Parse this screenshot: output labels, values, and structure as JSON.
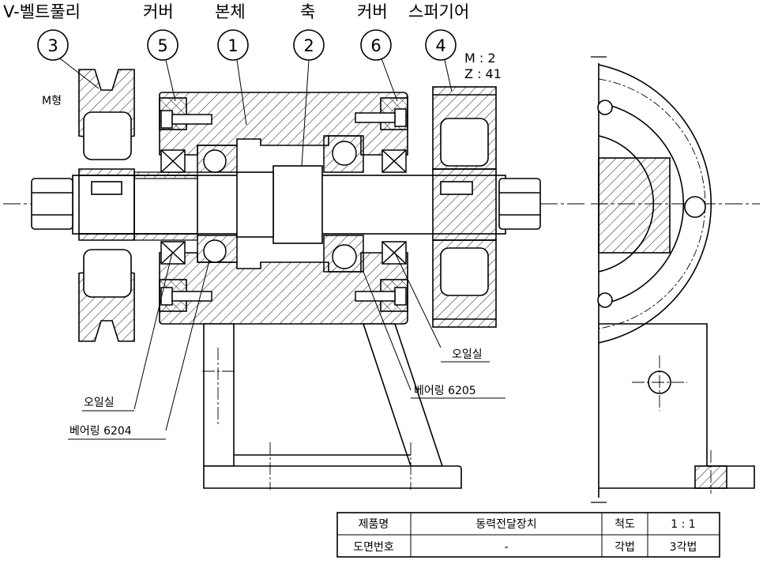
{
  "parts": [
    {
      "label": "V-벨트풀리",
      "number": "3"
    },
    {
      "label": "커버",
      "number": "5"
    },
    {
      "label": "본체",
      "number": "1"
    },
    {
      "label": "축",
      "number": "2"
    },
    {
      "label": "커버",
      "number": "6"
    },
    {
      "label": "스퍼기어",
      "number": "4"
    }
  ],
  "gear_spec": {
    "module": "M : 2",
    "teeth": "Z : 41"
  },
  "pulley_type": "M형",
  "callouts": {
    "oil_seal_right": "오일실",
    "bearing_right": "베어링 6205",
    "oil_seal_left": "오일실",
    "bearing_left": "베어링 6204"
  },
  "title_block": {
    "row1": {
      "k1": "제품명",
      "v1": "동력전달장치",
      "k2": "척도",
      "v2": "1 : 1"
    },
    "row2": {
      "k1": "도면번호",
      "v1": "-",
      "k2": "각법",
      "v2": "3각법"
    }
  }
}
